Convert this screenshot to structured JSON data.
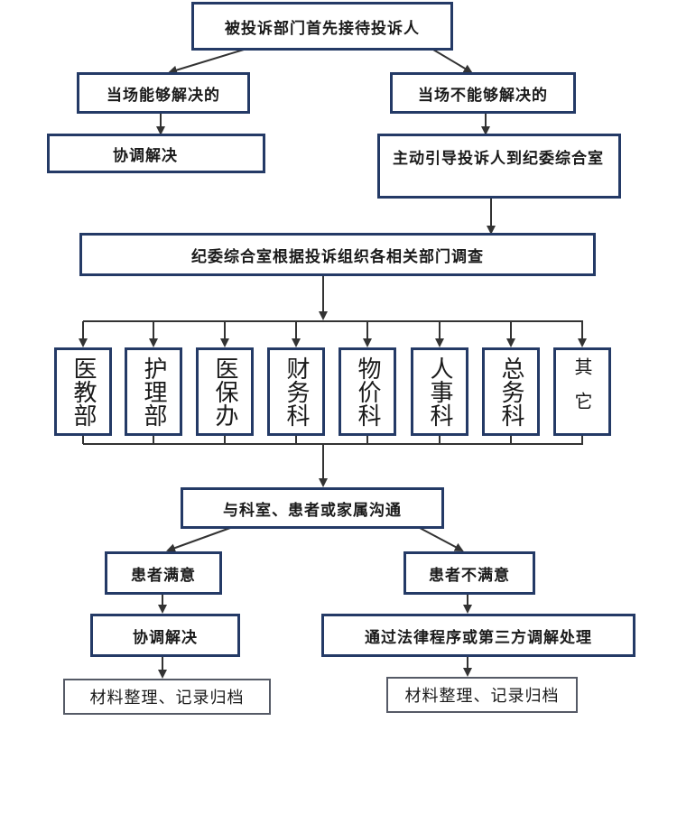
{
  "nodes": {
    "top": "被投诉部门首先接待投诉人",
    "can_solve": "当场能够解决的",
    "cannot_solve": "当场不能够解决的",
    "coord_1": "协调解决",
    "guide": "主动引导投诉人到纪委综合室",
    "investigate": "纪委综合室根据投诉组织各相关部门调查",
    "communicate": "与科室、患者或家属沟通",
    "satisfied": "患者满意",
    "unsatisfied": "患者不满意",
    "coord_2": "协调解决",
    "legal": "通过法律程序或第三方调解处理",
    "archive_left": "材料整理、记录归档",
    "archive_right": "材料整理、记录归档"
  },
  "departments": [
    "医教部",
    "护理部",
    "医保办",
    "财务科",
    "物价科",
    "人事科",
    "总务科",
    "其它"
  ]
}
